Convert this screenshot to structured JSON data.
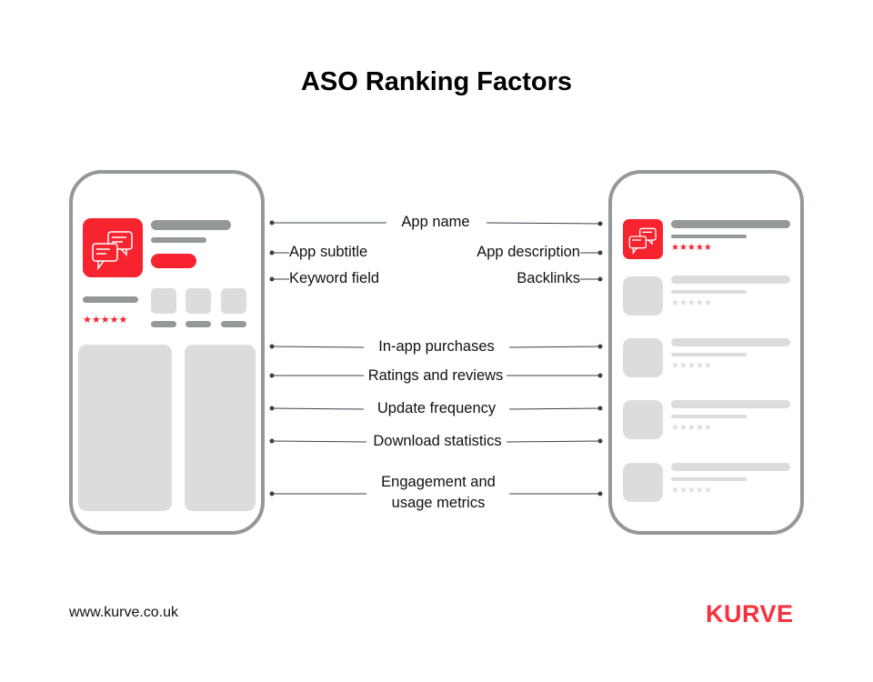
{
  "title": "ASO Ranking Factors",
  "factors": {
    "app_name": "App name",
    "app_subtitle": "App subtitle",
    "keyword_field": "Keyword field",
    "app_description": "App description",
    "backlinks": "Backlinks",
    "in_app_purchases": "In-app purchases",
    "ratings_reviews": "Ratings and reviews",
    "update_frequency": "Update frequency",
    "download_statistics": "Download statistics",
    "engagement_line1": "Engagement and",
    "engagement_line2": "usage metrics"
  },
  "footer": {
    "url": "www.kurve.co.uk",
    "logo": "KURVE"
  },
  "colors": {
    "accent": "#f7232f",
    "frame": "#959898",
    "placeholder": "#dcdcdc"
  },
  "stars": "★★★★★"
}
